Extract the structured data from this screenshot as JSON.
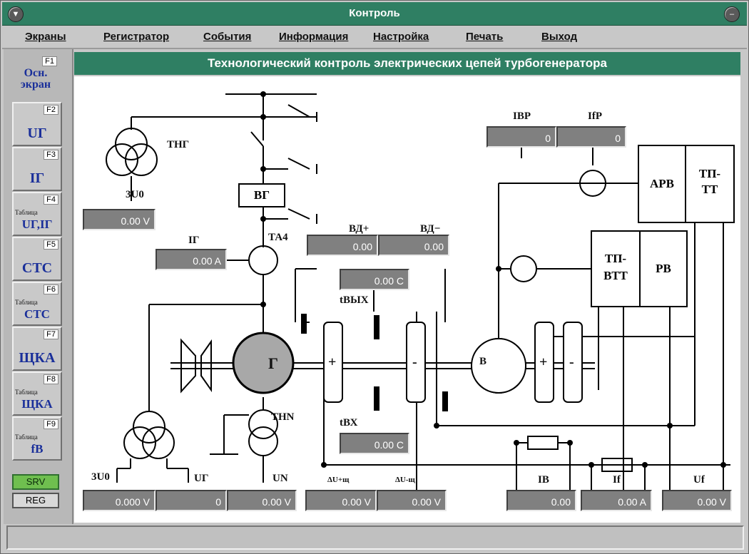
{
  "window": {
    "title": "Контроль"
  },
  "menu": [
    "Экраны",
    "Регистратор",
    "События",
    "Информация",
    "Настройка",
    "Печать",
    "Выход"
  ],
  "sidebar": {
    "keys": [
      {
        "fn": "F1",
        "label": "Осн. экран"
      },
      {
        "fn": "F2",
        "label": "UГ"
      },
      {
        "fn": "F3",
        "label": "IГ"
      },
      {
        "fn": "F4",
        "small": "Таблица",
        "label": "UГ,IГ"
      },
      {
        "fn": "F5",
        "label": "СТС"
      },
      {
        "fn": "F6",
        "small": "Таблица",
        "label": "СТС"
      },
      {
        "fn": "F7",
        "label": "ЩКА"
      },
      {
        "fn": "F8",
        "small": "Таблица",
        "label": "ЩКА"
      },
      {
        "fn": "F9",
        "small": "Таблица",
        "label": "fB"
      }
    ],
    "srv": "SRV",
    "reg": "REG"
  },
  "header": "Технологический контроль электрических цепей турбогенератора",
  "labels": {
    "thg": "ТНГ",
    "u0": "3U0",
    "vg": "ВГ",
    "ig": "IГ",
    "ta4": "ТА4",
    "vd_plus": "ВД+",
    "vd_minus": "ВД−",
    "t_out": "tВЫХ",
    "t_in": "tВХ",
    "thn": "ТНN",
    "gen": "Г",
    "exc": "В",
    "plus": "+",
    "minus": "-",
    "iv_r": "IВР",
    "if_r": "IfР",
    "arv": "АРВ",
    "tp_tt": "ТП-\nТТ",
    "tp_vtt": "ТП-\nВТТ",
    "rv": "РВ",
    "u0b": "3U0",
    "ugb": "UГ",
    "un": "UN",
    "du_plus": "ΔU+щ",
    "du_minus": "ΔU-щ",
    "ib": "IВ",
    "if": "If",
    "uf": "Uf"
  },
  "meters": {
    "u0_top": "0.00 V",
    "ig": "0.00 A",
    "vd_plus": "0.00",
    "vd_minus": "0.00",
    "t_out": "0.00 C",
    "t_in": "0.00 C",
    "iv_r": "0",
    "if_r": "0",
    "u0_bot": "0.000 V",
    "ug_bot": "0",
    "un": "0.00 V",
    "du_plus": "0.00 V",
    "du_minus": "0.00 V",
    "ib": "0.00",
    "if": "0.00 A",
    "uf": "0.00 V"
  }
}
